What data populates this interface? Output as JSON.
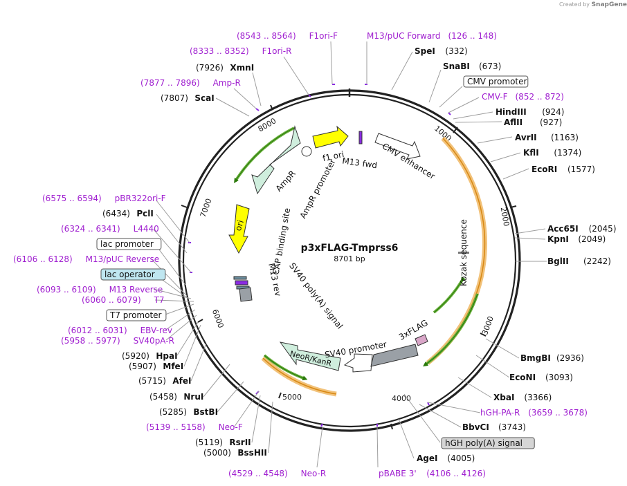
{
  "credit": {
    "prefix": "Created by",
    "brand": "SnapGene"
  },
  "plasmid": {
    "name": "p3xFLAG-Tmprss6",
    "size_label": "8701 bp",
    "length": 8701
  },
  "colors": {
    "primer": "#a020d0",
    "enzyme": "#000000",
    "backbone": "#222222",
    "orf_arrow": "#6cb33f",
    "orf_fill": "#f2c27a",
    "primer_bind": "#8a2be2",
    "ori": "#ffff00",
    "ampr": "#cfeedd",
    "neo": "#cfeedd",
    "cmv": "#ffffff",
    "flag": "#9aa0a6",
    "lac_operator_fill": "#bfe6f0"
  },
  "ticks": [
    "1000",
    "2000",
    "3000",
    "4000",
    "5000",
    "6000",
    "7000",
    "8000"
  ],
  "inner_features": [
    {
      "label": "f1 ori"
    },
    {
      "label": "M13 fwd"
    },
    {
      "label": "CMV enhancer"
    },
    {
      "label": "AmpR"
    },
    {
      "label": "AmpR promoter"
    },
    {
      "label": "ori"
    },
    {
      "label": "CAP binding site"
    },
    {
      "label": "M13 rev"
    },
    {
      "label": "SV40 poly(A) signal"
    },
    {
      "label": "NeoR/KanR"
    },
    {
      "label": "SV40 promoter"
    },
    {
      "label": "3xFLAG"
    },
    {
      "label": "Kozak sequence"
    }
  ],
  "labels": [
    {
      "id": "f1ori-f",
      "kind": "primer",
      "range": "(8543 .. 8564)",
      "name": "F1ori-F"
    },
    {
      "id": "m13puc-fwd",
      "kind": "primer",
      "name": "M13/pUC Forward",
      "range": "(126 .. 148)"
    },
    {
      "id": "f1ori-r",
      "kind": "primer",
      "range": "(8333 .. 8352)",
      "name": "F1ori-R"
    },
    {
      "id": "spei",
      "kind": "enzyme",
      "name": "SpeI",
      "pos": "(332)"
    },
    {
      "id": "xmni",
      "kind": "enzyme",
      "pos": "(7926)",
      "name": "XmnI"
    },
    {
      "id": "snabi",
      "kind": "enzyme",
      "name": "SnaBI",
      "pos": "(673)"
    },
    {
      "id": "cmv-promoter",
      "kind": "feature-box",
      "name": "CMV promoter"
    },
    {
      "id": "amp-r",
      "kind": "primer",
      "range": "(7877 .. 7896)",
      "name": "Amp-R"
    },
    {
      "id": "cmv-f",
      "kind": "primer",
      "name": "CMV-F",
      "range": "(852 .. 872)"
    },
    {
      "id": "scai",
      "kind": "enzyme",
      "pos": "(7807)",
      "name": "ScaI"
    },
    {
      "id": "hindiii",
      "kind": "enzyme",
      "name": "HindIII",
      "pos": "(924)"
    },
    {
      "id": "aflii",
      "kind": "enzyme",
      "name": "AflII",
      "pos": "(927)"
    },
    {
      "id": "avrii",
      "kind": "enzyme",
      "name": "AvrII",
      "pos": "(1163)"
    },
    {
      "id": "kfli",
      "kind": "enzyme",
      "name": "KflI",
      "pos": "(1374)"
    },
    {
      "id": "ecori",
      "kind": "enzyme",
      "name": "EcoRI",
      "pos": "(1577)"
    },
    {
      "id": "pbr322ori-f",
      "kind": "primer",
      "range": "(6575 .. 6594)",
      "name": "pBR322ori-F"
    },
    {
      "id": "pcli",
      "kind": "enzyme",
      "pos": "(6434)",
      "name": "PclI"
    },
    {
      "id": "l4440",
      "kind": "primer",
      "range": "(6324 .. 6341)",
      "name": "L4440"
    },
    {
      "id": "acc65i",
      "kind": "enzyme",
      "name": "Acc65I",
      "pos": "(2045)"
    },
    {
      "id": "kpni",
      "kind": "enzyme",
      "name": "KpnI",
      "pos": "(2049)"
    },
    {
      "id": "lac-promoter",
      "kind": "feature-box",
      "name": "lac promoter"
    },
    {
      "id": "m13puc-rev",
      "kind": "primer",
      "range": "(6106 .. 6128)",
      "name": "M13/pUC Reverse"
    },
    {
      "id": "bglii",
      "kind": "enzyme",
      "name": "BglII",
      "pos": "(2242)"
    },
    {
      "id": "lac-operator",
      "kind": "feature-box-blue",
      "name": "lac operator"
    },
    {
      "id": "m13-reverse",
      "kind": "primer",
      "range": "(6093 .. 6109)",
      "name": "M13 Reverse"
    },
    {
      "id": "t7",
      "kind": "primer",
      "range": "(6060 .. 6079)",
      "name": "T7"
    },
    {
      "id": "t7-promoter",
      "kind": "feature-box",
      "name": "T7 promoter"
    },
    {
      "id": "ebv-rev",
      "kind": "primer",
      "range": "(6012 .. 6031)",
      "name": "EBV-rev"
    },
    {
      "id": "sv40pa-r",
      "kind": "primer",
      "range": "(5958 .. 5977)",
      "name": "SV40pA-R"
    },
    {
      "id": "hpai",
      "kind": "enzyme",
      "pos": "(5920)",
      "name": "HpaI"
    },
    {
      "id": "bmgbi",
      "kind": "enzyme",
      "name": "BmgBI",
      "pos": "(2936)"
    },
    {
      "id": "mfei",
      "kind": "enzyme",
      "pos": "(5907)",
      "name": "MfeI"
    },
    {
      "id": "afei",
      "kind": "enzyme",
      "pos": "(5715)",
      "name": "AfeI"
    },
    {
      "id": "econi",
      "kind": "enzyme",
      "name": "EcoNI",
      "pos": "(3093)"
    },
    {
      "id": "nrui",
      "kind": "enzyme",
      "pos": "(5458)",
      "name": "NruI"
    },
    {
      "id": "xbai",
      "kind": "enzyme",
      "name": "XbaI",
      "pos": "(3366)"
    },
    {
      "id": "hgh-pa-r",
      "kind": "primer",
      "name": "hGH-PA-R",
      "range": "(3659 .. 3678)"
    },
    {
      "id": "bstbi",
      "kind": "enzyme",
      "pos": "(5285)",
      "name": "BstBI"
    },
    {
      "id": "neo-f",
      "kind": "primer",
      "range": "(5139 .. 5158)",
      "name": "Neo-F"
    },
    {
      "id": "bbvci",
      "kind": "enzyme",
      "name": "BbvCI",
      "pos": "(3743)"
    },
    {
      "id": "rsrii",
      "kind": "enzyme",
      "pos": "(5119)",
      "name": "RsrII"
    },
    {
      "id": "hgh-polya",
      "kind": "feature-box-gray",
      "name": "hGH poly(A) signal"
    },
    {
      "id": "bsshii",
      "kind": "enzyme",
      "pos": "(5000)",
      "name": "BssHII"
    },
    {
      "id": "agei",
      "kind": "enzyme",
      "name": "AgeI",
      "pos": "(4005)"
    },
    {
      "id": "neo-r",
      "kind": "primer",
      "range": "(4529 .. 4548)",
      "name": "Neo-R"
    },
    {
      "id": "pbabe3",
      "kind": "primer",
      "name": "pBABE 3'",
      "range": "(4106 .. 4126)"
    }
  ]
}
